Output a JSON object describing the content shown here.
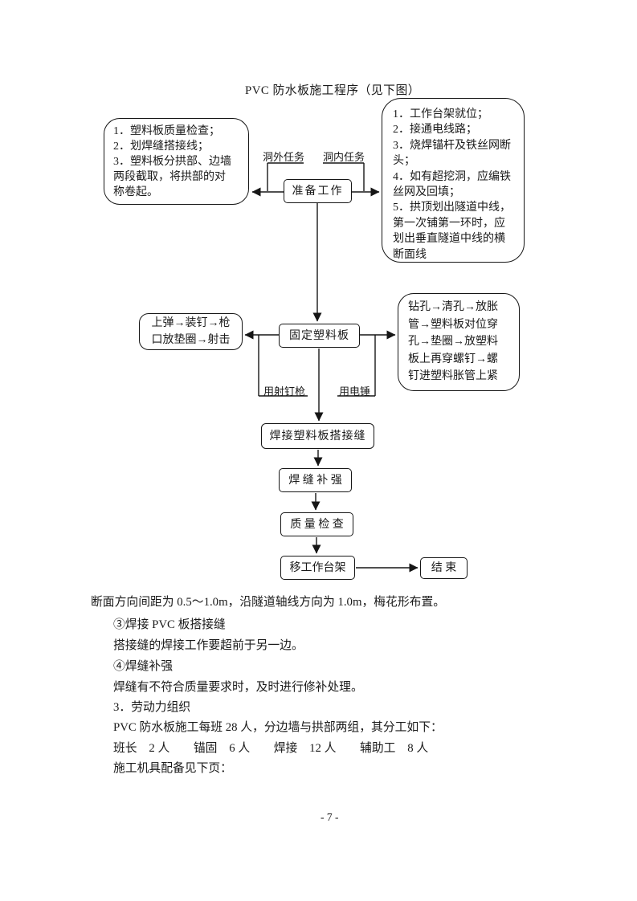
{
  "page": {
    "title": "PVC 防水板施工程序（见下图）",
    "footer_page_number": "- 7 -"
  },
  "flowchart": {
    "outside_tasks_label": "洞外任务",
    "inside_tasks_label": "洞内任务",
    "outside_tasks_box": "1．塑料板质量检查；\n2．划焊缝搭接线；\n3．塑料板分拱部、边墙\n两段截取，将拱部的对\n称卷起。",
    "inside_tasks_box": "1．工作台架就位；\n2．接通电线路；\n3．烧焊锚杆及铁丝网断\n头；\n4．如有超挖洞，应编铁\n丝网及回填；\n5．拱顶划出隧道中线，\n第一次铺第一环时，应\n划出垂直隧道中线的横\n断面线",
    "prepare_box": "准备工作",
    "fix_box": "固定塑料板",
    "nail_gun_box": "上弹→装钉→枪\n口放垫圈→射击",
    "nail_gun_label": "用射钉枪",
    "hammer_box": "钻孔→清孔→放胀\n管→塑料板对位穿\n孔→垫圈→放塑料\n板上再穿螺钉→螺\n钉进塑料胀管上紧",
    "hammer_label": "用电锤",
    "weld_box": "焊接塑料板搭接缝",
    "reinforce_box": "焊 缝 补 强",
    "quality_box": "质 量 检 查",
    "move_box": "移工作台架",
    "end_box": "结 束",
    "line_color": "#161616"
  },
  "body": {
    "lines": [
      "断面方向间距为 0.5～1.0m，沿隧道轴线方向为 1.0m，梅花形布置。",
      "③焊接 PVC 板搭接缝",
      "搭接缝的焊接工作要超前于另一边。",
      "④焊缝补强",
      "焊缝有不符合质量要求时，及时进行修补处理。",
      "3．劳动力组织",
      "PVC 防水板施工每班 28 人，分边墙与拱部两组，其分工如下：",
      "班长　2 人　　锚固　6 人　　焊接　12 人　　辅助工　8 人",
      "施工机具配备见下页："
    ]
  }
}
